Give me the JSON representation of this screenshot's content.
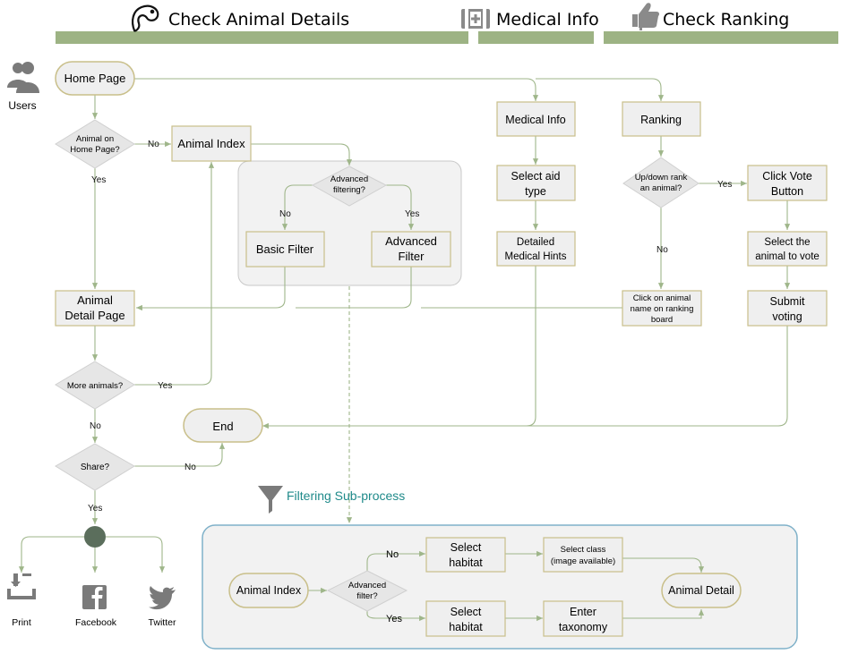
{
  "headers": {
    "animal_details": "Check Animal Details",
    "medical": "Medical Info",
    "ranking": "Check Ranking"
  },
  "lane": {
    "users": "Users"
  },
  "nodes": {
    "home_page": "Home Page",
    "animal_on_home": [
      "Animal on",
      "Home Page?"
    ],
    "animal_index": "Animal Index",
    "advanced_filtering": [
      "Advanced",
      "filtering?"
    ],
    "basic_filter": "Basic Filter",
    "advanced_filter": [
      "Advanced",
      "Filter"
    ],
    "animal_detail_page": [
      "Animal",
      "Detail Page"
    ],
    "more_animals": "More animals?",
    "end": "End",
    "share": "Share?",
    "medical_info": "Medical Info",
    "select_aid": [
      "Select aid",
      "type"
    ],
    "detailed_hints": [
      "Detailed",
      "Medical Hints"
    ],
    "ranking": "Ranking",
    "updown_rank": [
      "Up/down rank",
      "an animal?"
    ],
    "click_vote": [
      "Click Vote",
      "Button"
    ],
    "select_animal_vote": [
      "Select the",
      "animal to vote"
    ],
    "submit_voting": [
      "Submit",
      "voting"
    ],
    "click_animal_name": [
      "Click on animal",
      "name on ranking",
      "board"
    ]
  },
  "edge_labels": {
    "no_index": "No",
    "yes_detail": "Yes",
    "no_basic": "No",
    "yes_advanced": "Yes",
    "yes_more": "Yes",
    "no_more": "No",
    "no_share": "No",
    "yes_share": "Yes",
    "yes_vote": "Yes",
    "no_rank": "No"
  },
  "share_targets": {
    "print": "Print",
    "facebook": "Facebook",
    "twitter": "Twitter"
  },
  "subprocess": {
    "title": "Filtering Sub-process",
    "animal_index": "Animal Index",
    "advanced_filter_q": [
      "Advanced",
      "filter?"
    ],
    "no": "No",
    "yes": "Yes",
    "select_habitat_top": [
      "Select",
      "habitat"
    ],
    "select_class": [
      "Select class",
      "(image available)"
    ],
    "select_habitat_bottom": [
      "Select",
      "habitat"
    ],
    "enter_taxonomy": [
      "Enter",
      "taxonomy"
    ],
    "animal_detail": "Animal Detail"
  },
  "colors": {
    "header_bar": "#9db384",
    "node_fill": "#efefef",
    "node_border": "#c9bf8a",
    "edge": "#9fb68a",
    "dark_node": "#5b6e5c",
    "subprocess_border": "#7fb1c9",
    "subprocess_title": "#1f8a8a",
    "icon_gray": "#7a7a7a"
  },
  "icons": {
    "animal_details": "snake-icon",
    "medical": "medical-kit-icon",
    "ranking": "thumbs-up-icon",
    "users": "users-icon",
    "print": "print-icon",
    "facebook": "facebook-icon",
    "twitter": "twitter-icon",
    "subprocess": "funnel-icon"
  }
}
